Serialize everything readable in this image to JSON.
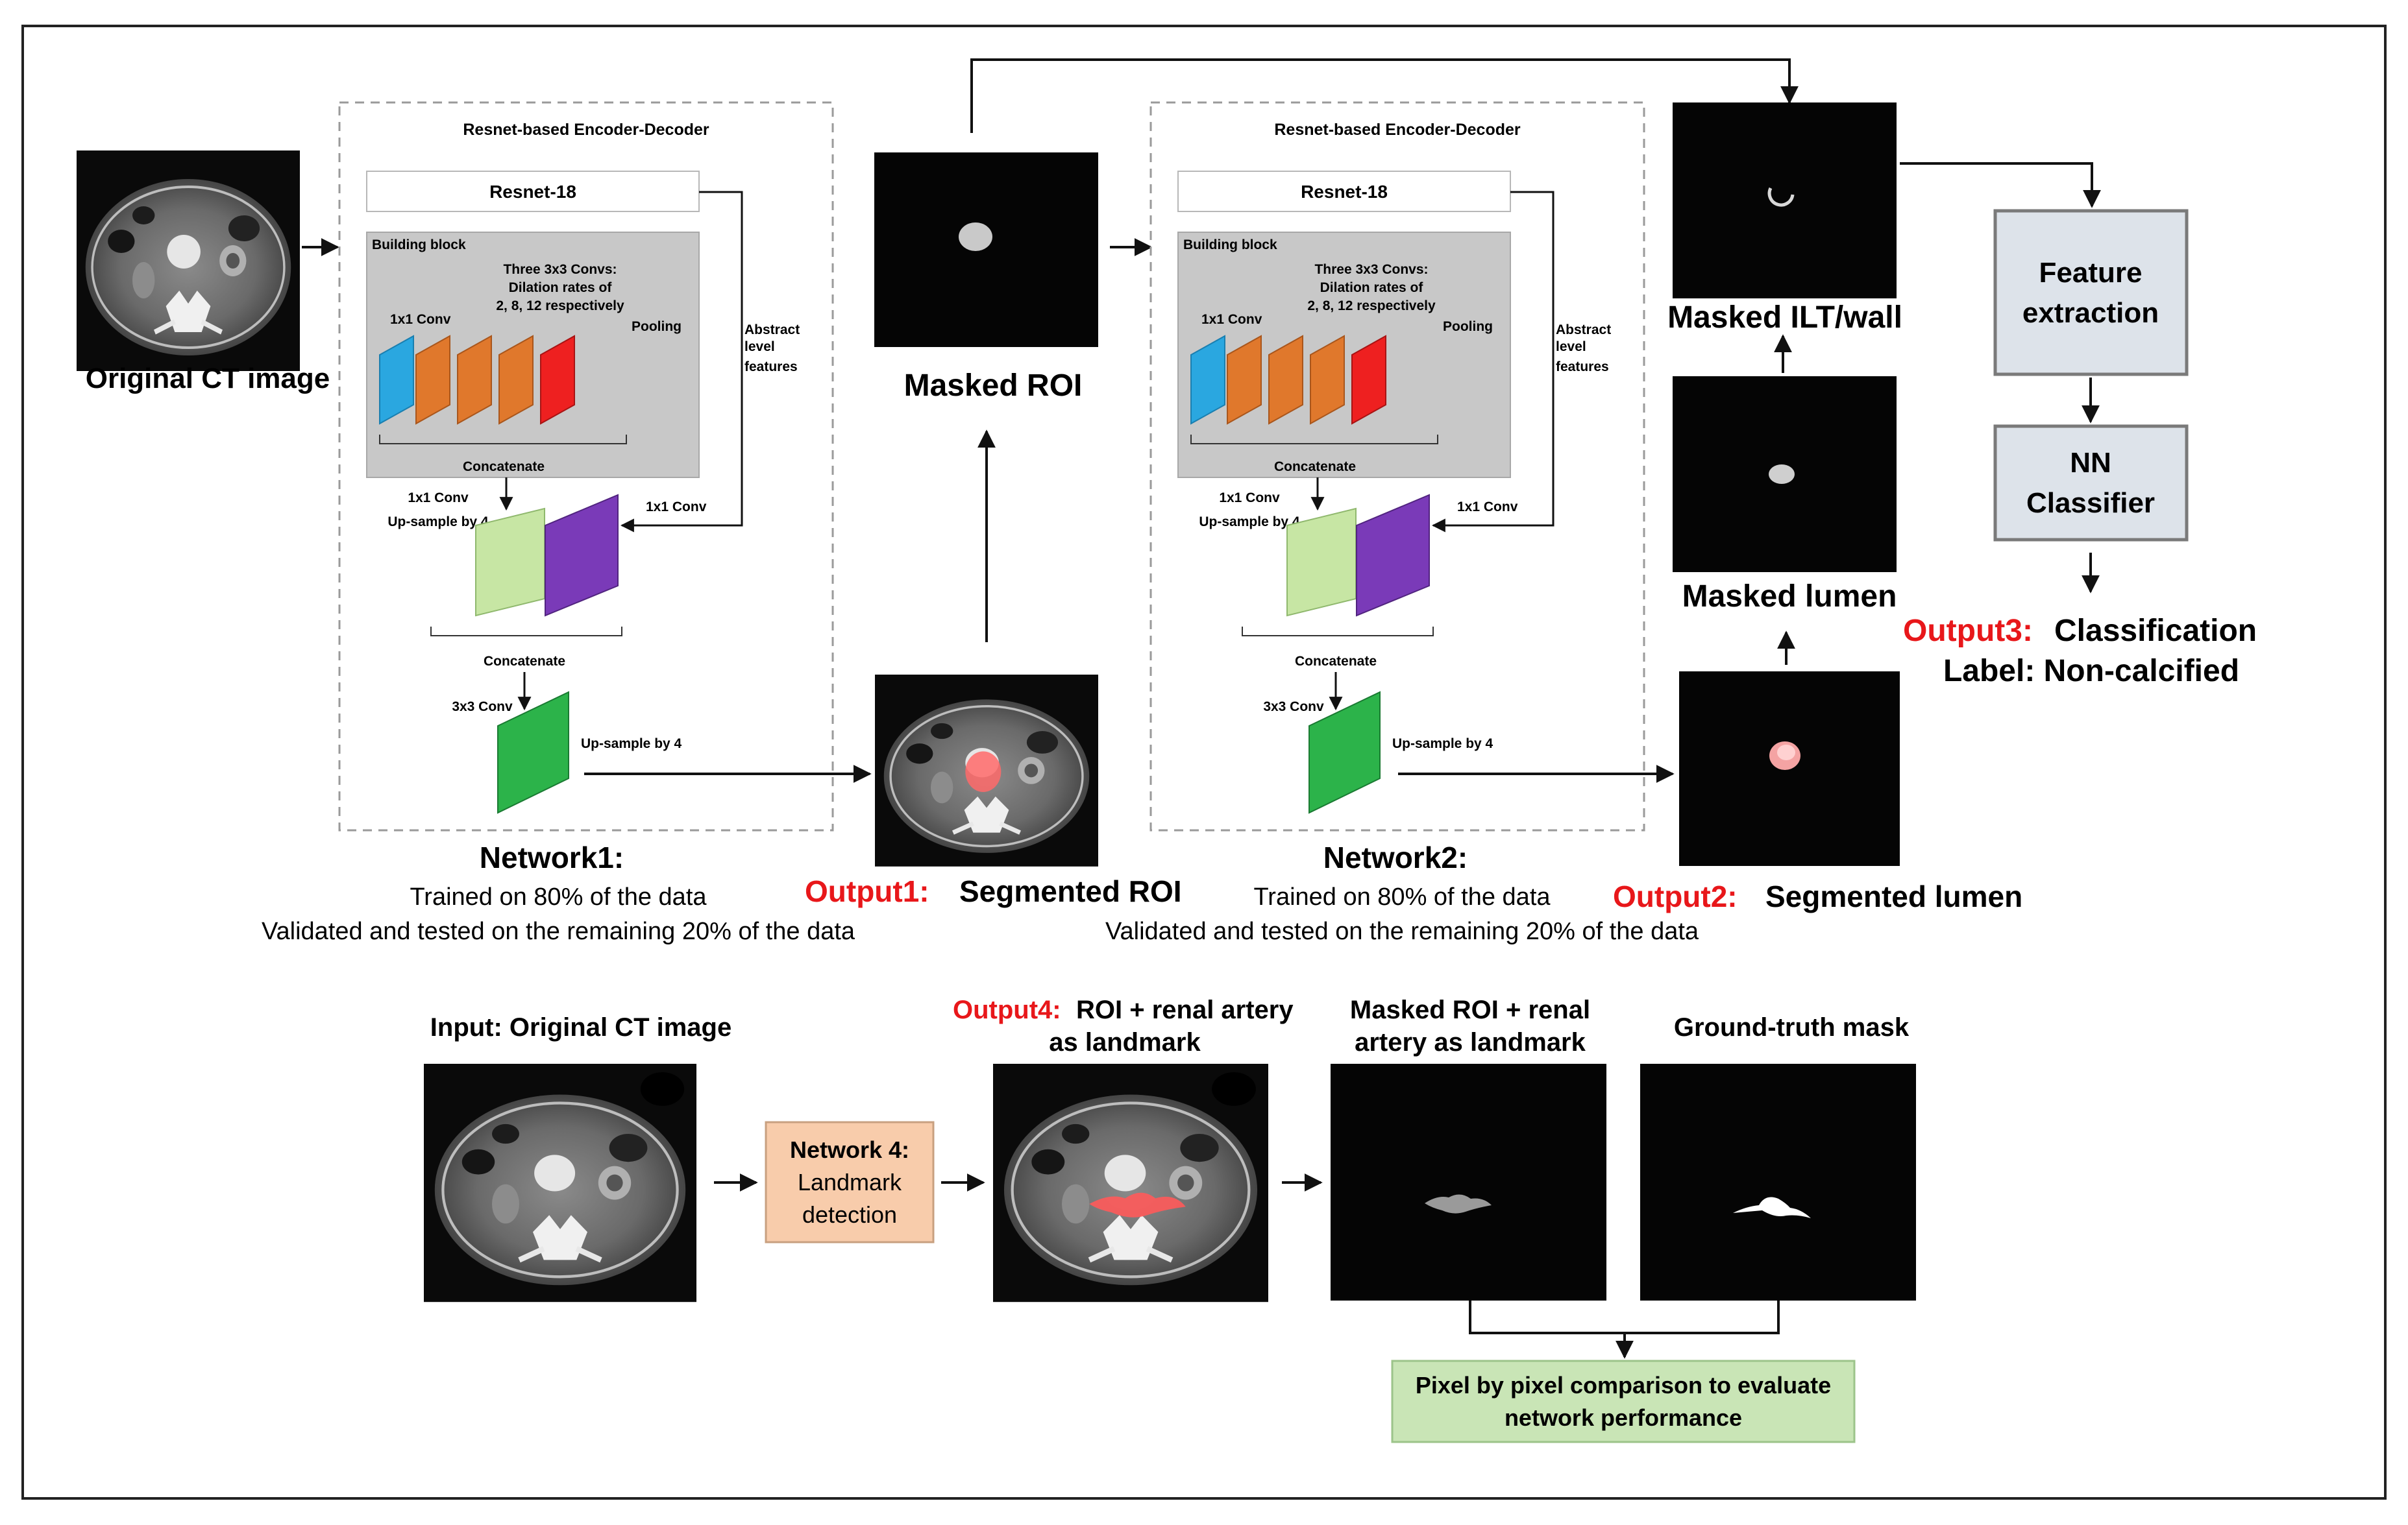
{
  "network1": {
    "frame_title": "Resnet-based Encoder-Decoder",
    "resnet_label": "Resnet-18",
    "building_block_label": "Building block",
    "convs_label_lines": [
      "Three 3x3 Convs:",
      "Dilation rates of",
      "2, 8, 12 respectively"
    ],
    "conv1x1_label": "1x1 Conv",
    "pooling_label": "Pooling",
    "abstract_label_lines": [
      "Abstract",
      "level",
      "features"
    ],
    "concatenate_label": "Concatenate",
    "upsample_conv_lines": [
      "1x1 Conv",
      "Up-sample by 4"
    ],
    "side_conv_label": "1x1 Conv",
    "concatenate2_label": "Concatenate",
    "conv3x3_label": "3x3 Conv",
    "upsample_label": "Up-sample by 4",
    "title": "Network1:",
    "desc_lines": [
      "Trained on 80% of the data",
      "Validated and tested on the remaining 20% of the data"
    ]
  },
  "network2": {
    "frame_title": "Resnet-based Encoder-Decoder",
    "resnet_label": "Resnet-18",
    "building_block_label": "Building block",
    "convs_label_lines": [
      "Three 3x3 Convs:",
      "Dilation rates of",
      "2, 8, 12 respectively"
    ],
    "conv1x1_label": "1x1 Conv",
    "pooling_label": "Pooling",
    "abstract_label_lines": [
      "Abstract",
      "level",
      "features"
    ],
    "concatenate_label": "Concatenate",
    "upsample_conv_lines": [
      "1x1 Conv",
      "Up-sample by 4"
    ],
    "side_conv_label": "1x1 Conv",
    "concatenate2_label": "Concatenate",
    "conv3x3_label": "3x3 Conv",
    "upsample_label": "Up-sample by 4",
    "title": "Network2:",
    "desc_lines": [
      "Trained on 80% of the data",
      "Validated and tested on the remaining 20% of the data"
    ]
  },
  "labels": {
    "original_ct": "Original CT image",
    "masked_roi": "Masked ROI",
    "masked_ilt": "Masked ILT/wall",
    "masked_lumen": "Masked lumen",
    "output1_prefix": "Output1:",
    "output1_text": "Segmented ROI",
    "output2_prefix": "Output2:",
    "output2_text": "Segmented lumen",
    "output3_prefix": "Output3:",
    "output3_text": "Classification",
    "output3_line2": "Label: Non-calcified"
  },
  "classifier": {
    "feature_lines": [
      "Feature",
      "extraction"
    ],
    "nn_lines": [
      "NN",
      "Classifier"
    ]
  },
  "bottom": {
    "input_label": "Input: Original CT image",
    "network4_lines": [
      "Network 4:",
      "Landmark",
      "detection"
    ],
    "output4_prefix": "Output4:",
    "output4_line1": "ROI + renal artery",
    "output4_line2": "as landmark",
    "masked_lines": [
      "Masked ROI + renal",
      "artery as landmark"
    ],
    "ground_truth": "Ground-truth mask",
    "comparison_lines": [
      "Pixel by pixel comparison to evaluate",
      "network performance"
    ]
  },
  "colors": {
    "red_accent": "#e8171a",
    "conv_blue": "#2aa7e0",
    "conv_orange": "#e0782c",
    "pool_red": "#ee2020",
    "light_green": "#c7e6a4",
    "purple": "#7a3ab8",
    "green": "#2cb34a",
    "classifier_fill": "#dde3ea",
    "network4_fill": "#f8ccab",
    "comparison_fill": "#c9e5b6"
  }
}
